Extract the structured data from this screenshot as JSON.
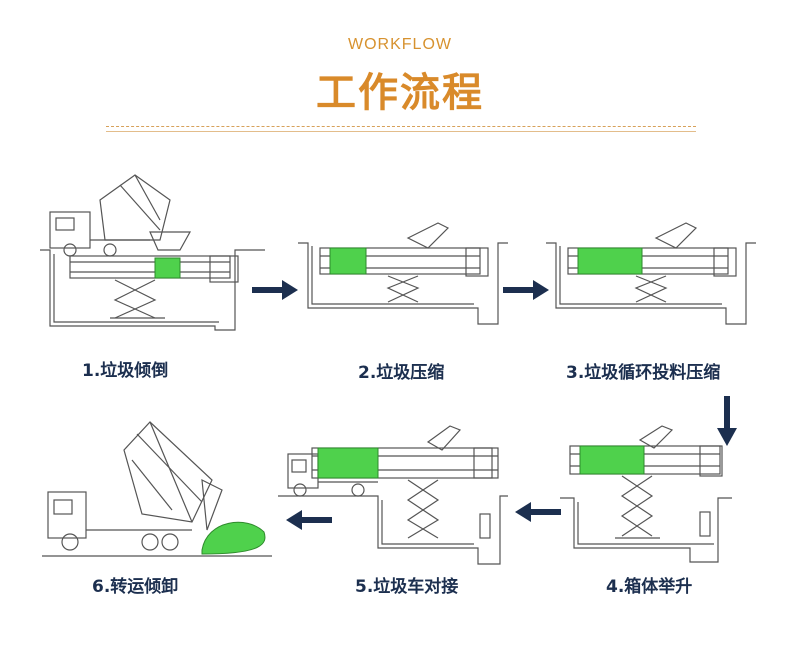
{
  "header": {
    "subtitle": "WORKFLOW",
    "title": "工作流程"
  },
  "colors": {
    "accent": "#d98a2a",
    "green": "#4fd14c",
    "line": "#555555",
    "caption": "#1c2f4f"
  },
  "steps": [
    {
      "label": "1.垃圾倾倒"
    },
    {
      "label": "2.垃圾压缩"
    },
    {
      "label": "3.垃圾循环投料压缩"
    },
    {
      "label": "4.箱体举升"
    },
    {
      "label": "5.垃圾车对接"
    },
    {
      "label": "6.转运倾卸"
    }
  ]
}
